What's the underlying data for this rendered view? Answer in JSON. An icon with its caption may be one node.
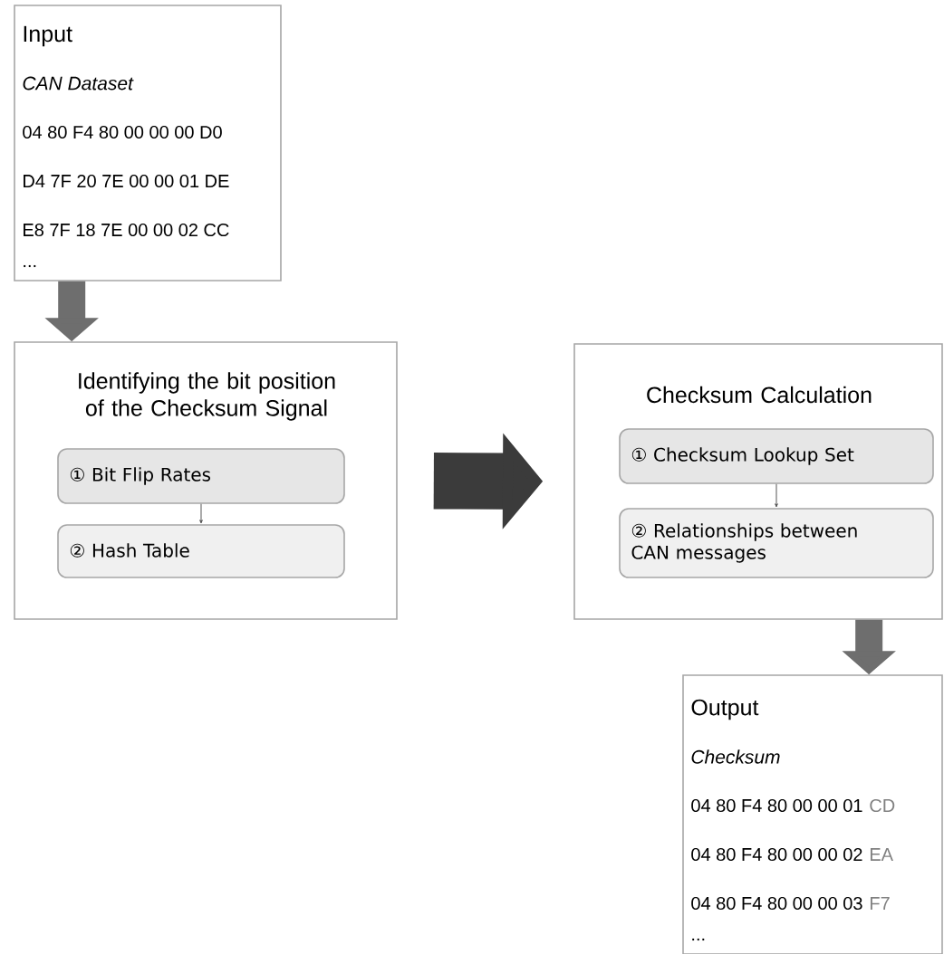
{
  "diagram": {
    "nodes": [
      {
        "text": [
          "Input",
          "CAN Dataset",
          "04 80 F4 80 00 00 00 D0",
          "D4 7F 20 7E 00 00 01 DE",
          "E8 7F 18 7E 00 00 02 CC",
          "..."
        ]
      },
      {
        "text": [
          "Identifying the bit position of the Checksum Signal"
        ]
      },
      {
        "text": [
          "① Bit Flip Rates"
        ],
        "in": 1
      },
      {
        "text": [
          "② Hash Table"
        ],
        "in": 1
      },
      {
        "text": [
          "Checksum Calculation"
        ]
      },
      {
        "text": [
          "① Checksum Lookup Set"
        ],
        "in": 4
      },
      {
        "text": [
          "② Relationships between CAN messages"
        ],
        "in": 4
      },
      {
        "text": [
          "Output",
          "Checksum",
          "04 80 F4 80 00 00 01",
          "CD",
          "04 80 F4 80 00 00 02",
          "EA",
          "04 80 F4 80 00 00 03",
          "F7",
          "..."
        ]
      }
    ],
    "edges": [
      {
        "from": 0,
        "to": 1,
        "arrow": "to",
        "color": "#6e6e6e"
      },
      {
        "from": 2,
        "to": 3,
        "arrow": "to",
        "color": "#555555"
      },
      {
        "from": 1,
        "to": 4,
        "arrow": "to",
        "style": "thick",
        "color": "#3b3b3b"
      },
      {
        "from": 5,
        "to": 6,
        "arrow": "to",
        "color": "#555555"
      },
      {
        "from": 4,
        "to": 7,
        "arrow": "to",
        "color": "#6e6e6e"
      }
    ]
  }
}
